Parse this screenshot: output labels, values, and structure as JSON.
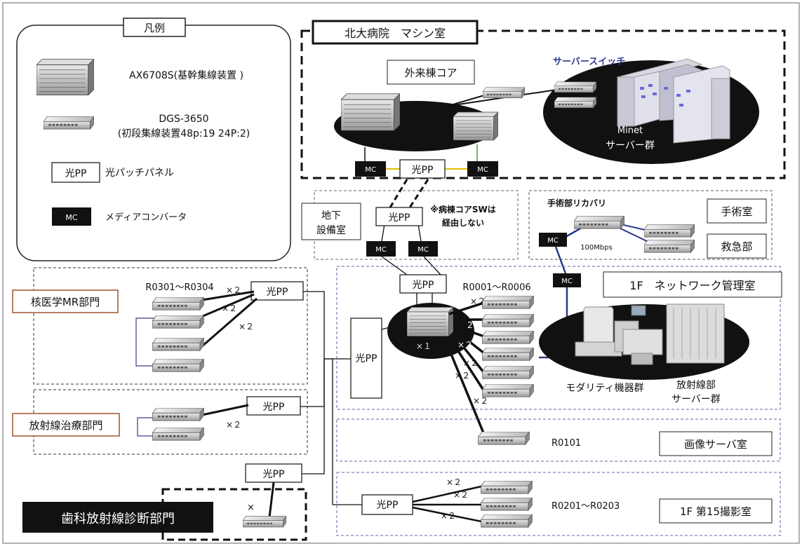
{
  "legend": {
    "title": "凡例",
    "items": [
      {
        "icon": "core-switch-icon",
        "label": "AX6708S(基幹集線装置 )"
      },
      {
        "icon": "edge-switch-icon",
        "label_line1": "DGS-3650",
        "label_line2": "(初段集線装置48p:19 24P:2)"
      },
      {
        "icon": "patch-panel-icon",
        "box": "光PP",
        "label": "光パッチパネル"
      },
      {
        "icon": "media-converter-icon",
        "box": "MC",
        "label": "メディアコンバータ"
      }
    ]
  },
  "machine_room": {
    "title": "北大病院　マシン室",
    "core_label": "外来棟コア",
    "server_switch_label": "サーバースイッチ",
    "minet_line1": "Minet",
    "minet_line2": "サーバー群"
  },
  "underground": {
    "label_line1": "地下",
    "label_line2": "設備室",
    "note_line1": "※病棟コアSWは",
    "note_line2": "経由しない"
  },
  "surgery": {
    "recovery_label": "手術部リカバリ",
    "speed": "100Mbps",
    "room1": "手術室",
    "room2": "救急部"
  },
  "network_room": {
    "title": "1F　ネットワーク管理室",
    "range": "R0001～R0006",
    "modality": "モダリティ機器群",
    "radiology_line1": "放射線部",
    "radiology_line2": "サーバー群"
  },
  "departments": {
    "nuclear": "核医学MR部門",
    "nuclear_range": "R0301～R0304",
    "radiotherapy": "放射線治療部門",
    "dental": "歯科放射線診断部門"
  },
  "image_server": {
    "title": "画像サーバ室",
    "rack": "R0101"
  },
  "room15": {
    "title": "1F  第15撮影室",
    "range": "R0201～R0203"
  },
  "labels": {
    "pp": "光PP",
    "mc": "MC",
    "x2": "×２",
    "x1": "×１",
    "x": "×",
    "two": "2"
  }
}
